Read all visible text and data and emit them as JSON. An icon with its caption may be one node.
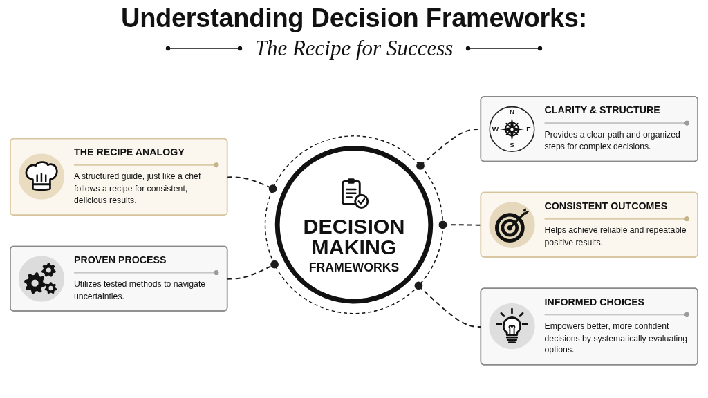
{
  "diagram": {
    "title": "Understanding Decision Frameworks:",
    "nodes": [
      {
        "text": [
          "THE RECIPE ANALOGY",
          "A structured guide, just like a chef follows a recipe for consistent, delicious results."
        ]
      },
      {
        "text": [
          "DECISION MAKING",
          "FRAMEWORKS"
        ]
      },
      {
        "text": [
          "N",
          "W",
          "E",
          "S",
          "CLARITY & STRUCTURE",
          "Provides a clear path and organized steps for complex decisions."
        ]
      },
      {
        "text": [
          "PROVEN PROCESS",
          "Utilizes tested methods to navigate uncertainties."
        ]
      },
      {
        "text": [
          "CONSISTENT OUTCOMES",
          "Helps achieve reliable and repeatable positive results."
        ]
      },
      {
        "text": [
          "INFORMED CHOICES",
          "Empowers better, more confident decisions by systematically evaluating options."
        ]
      }
    ],
    "edges": [
      {
        "from": 0,
        "to": 1,
        "arrow": "other",
        "style": "dashed"
      },
      {
        "from": 1,
        "to": 2,
        "arrow": "other",
        "style": "dashed"
      },
      {
        "from": 3,
        "to": 1,
        "arrow": "other",
        "style": "dashed"
      },
      {
        "from": 1,
        "to": 4,
        "arrow": "other",
        "style": "dashed"
      },
      {
        "from": 1,
        "to": 5,
        "arrow": "other",
        "style": "dashed"
      }
    ],
    "labels": [
      "The Recipe for Success"
    ]
  }
}
